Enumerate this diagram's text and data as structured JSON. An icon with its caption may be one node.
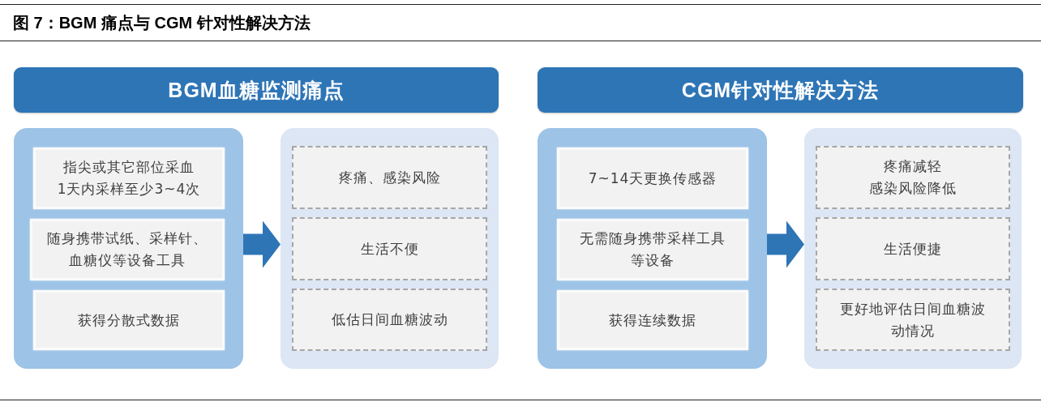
{
  "diagram": {
    "title": "图 7：BGM 痛点与 CGM 针对性解决方法",
    "nodes": [
      {
        "text": [
          "BGM血糖监测痛点"
        ]
      },
      {
        "text": [],
        "shape": "box"
      },
      {
        "text": [
          "指尖或其它部位采血",
          "1天内采样至少3~4次"
        ],
        "in": 1
      },
      {
        "text": [
          "随身携带试纸、采样针、血糖仪等设备工具"
        ],
        "in": 1
      },
      {
        "text": [
          "获得分散式数据"
        ],
        "in": 1
      },
      {
        "text": [],
        "shape": "box"
      },
      {
        "text": [
          "疼痛、感染风险"
        ],
        "in": 5
      },
      {
        "text": [
          "生活不便"
        ],
        "in": 5
      },
      {
        "text": [
          "低估日间血糖波动"
        ],
        "in": 5
      },
      {
        "text": [
          "CGM针对性解决方法"
        ]
      },
      {
        "text": [],
        "shape": "box"
      },
      {
        "text": [
          "7~14天更换传感器"
        ],
        "in": 10
      },
      {
        "text": [
          "无需随身携带采样工具等设备"
        ],
        "in": 10
      },
      {
        "text": [
          "获得连续数据"
        ],
        "in": 10
      },
      {
        "text": [],
        "shape": "box"
      },
      {
        "text": [
          "疼痛减轻",
          "感染风险降低"
        ],
        "in": 14
      },
      {
        "text": [
          "生活便捷"
        ],
        "in": 14
      },
      {
        "text": [
          "更好地评估日间血糖波动情况"
        ],
        "in": 14
      }
    ],
    "edges": [
      {
        "from": 1,
        "to": 5,
        "arrow": "to",
        "style": "thick"
      },
      {
        "from": 10,
        "to": 14,
        "arrow": "to",
        "style": "thick"
      }
    ]
  }
}
